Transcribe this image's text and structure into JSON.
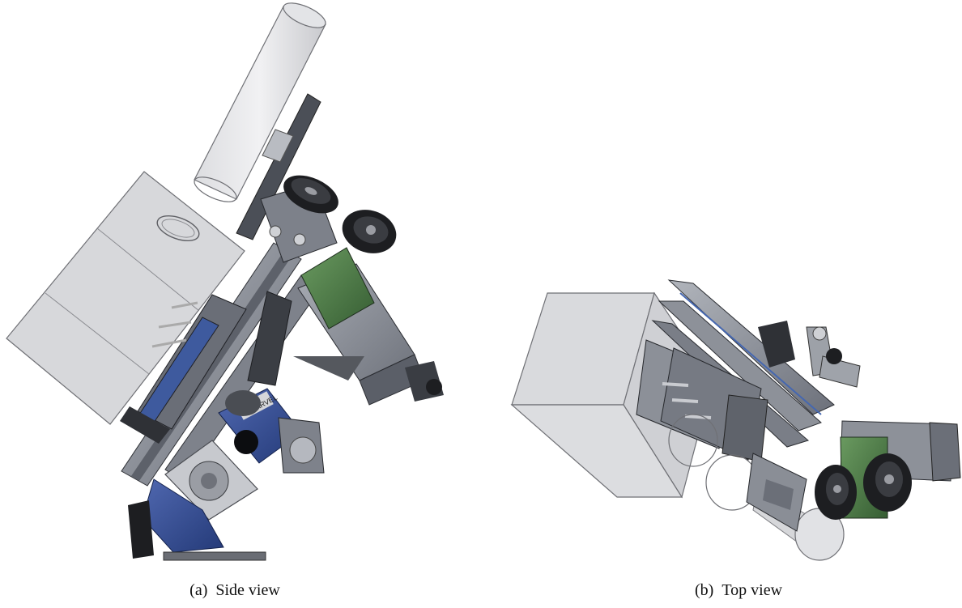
{
  "figure": {
    "subfigures": [
      {
        "label": "(a)",
        "caption": "Side view"
      },
      {
        "label": "(b)",
        "caption": "Top view"
      }
    ],
    "motor_badge": "VARVEL"
  },
  "colors": {
    "translucent_gray": "#c9cacd",
    "aluminium": "#8e939c",
    "dark_steel": "#3b3e44",
    "blue_gearbox": "#34509a",
    "green_motor": "#4c7a45",
    "rubber_black": "#1d1e21"
  }
}
